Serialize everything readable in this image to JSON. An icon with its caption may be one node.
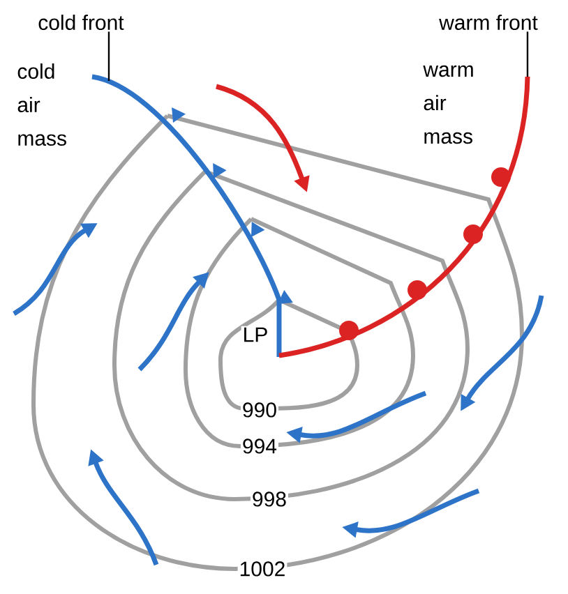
{
  "diagram": {
    "nodes": [
      {
        "text": [
          "cold front"
        ]
      },
      {
        "text": [
          "warm front"
        ]
      }
    ],
    "edges": [
      {
        "from": 0,
        "to": null,
        "arrow": "none"
      },
      {
        "from": 1,
        "to": null,
        "arrow": "none"
      }
    ],
    "labels": [
      "cold air mass",
      "warm air mass",
      "LP",
      "990",
      "994",
      "998",
      "1002"
    ]
  }
}
